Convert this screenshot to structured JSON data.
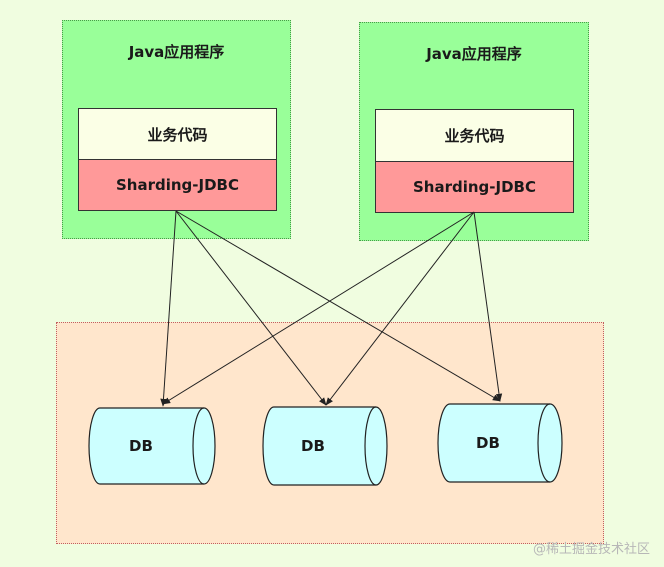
{
  "apps": [
    {
      "title": "Java应用程序",
      "business": "业务代码",
      "middleware": "Sharding-JDBC"
    },
    {
      "title": "Java应用程序",
      "business": "业务代码",
      "middleware": "Sharding-JDBC"
    }
  ],
  "databases": [
    {
      "label": "DB"
    },
    {
      "label": "DB"
    },
    {
      "label": "DB"
    }
  ],
  "watermark": "@稀土掘金技术社区",
  "colors": {
    "background": "#f0fde0",
    "app_box": "#99ff99",
    "business_box": "#fbffe6",
    "sharding_box": "#ff9999",
    "db_area": "#ffe6cc",
    "db_cylinder": "#ccffff"
  }
}
